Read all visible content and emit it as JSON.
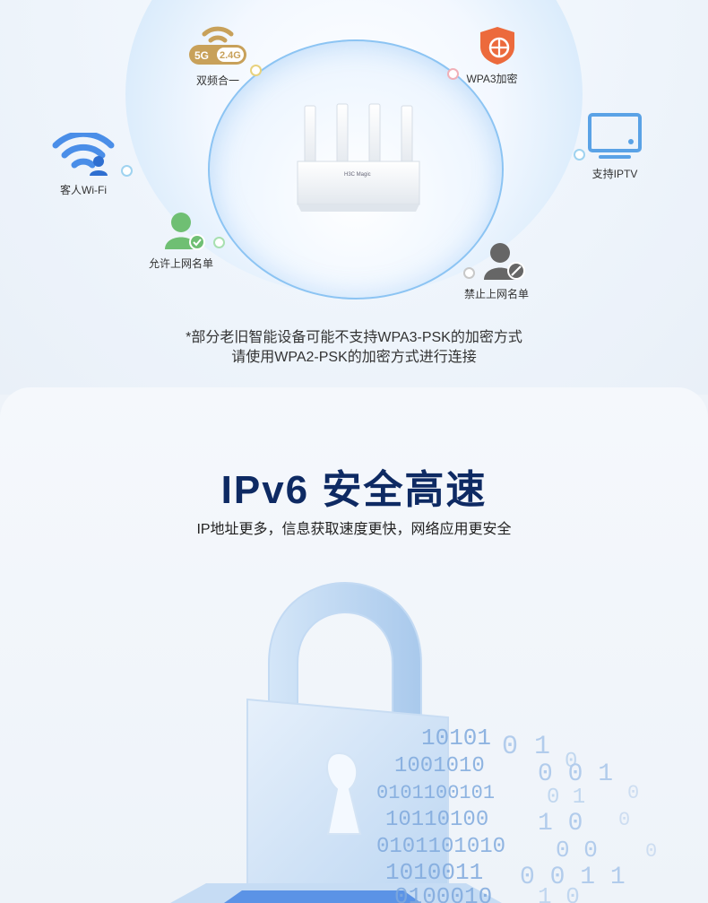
{
  "top": {
    "features": [
      {
        "icon": "dual-band-wifi-icon",
        "label": "双频合一",
        "badge_5g": "5G",
        "badge_24g": "2.4G"
      },
      {
        "icon": "wpa3-shield-icon",
        "label": "WPA3加密"
      },
      {
        "icon": "guest-wifi-icon",
        "label": "客人Wi-Fi"
      },
      {
        "icon": "tv-icon",
        "label": "支持IPTV"
      },
      {
        "icon": "allow-user-icon",
        "label": "允许上网名单"
      },
      {
        "icon": "block-user-icon",
        "label": "禁止上网名单"
      }
    ],
    "router_brand": "H3C Magic",
    "note_line1": "*部分老旧智能设备可能不支持WPA3-PSK的加密方式",
    "note_line2": "请使用WPA2-PSK的加密方式进行连接"
  },
  "ipv6": {
    "title": "IPv6 安全高速",
    "subtitle": "IP地址更多，信息获取速度更快，网络应用更安全"
  },
  "colors": {
    "gold": "#c8a15a",
    "orange": "#ec6a3c",
    "blue": "#4a8ee8",
    "green": "#6fbf73",
    "gray": "#666666",
    "title": "#0e2a63"
  }
}
